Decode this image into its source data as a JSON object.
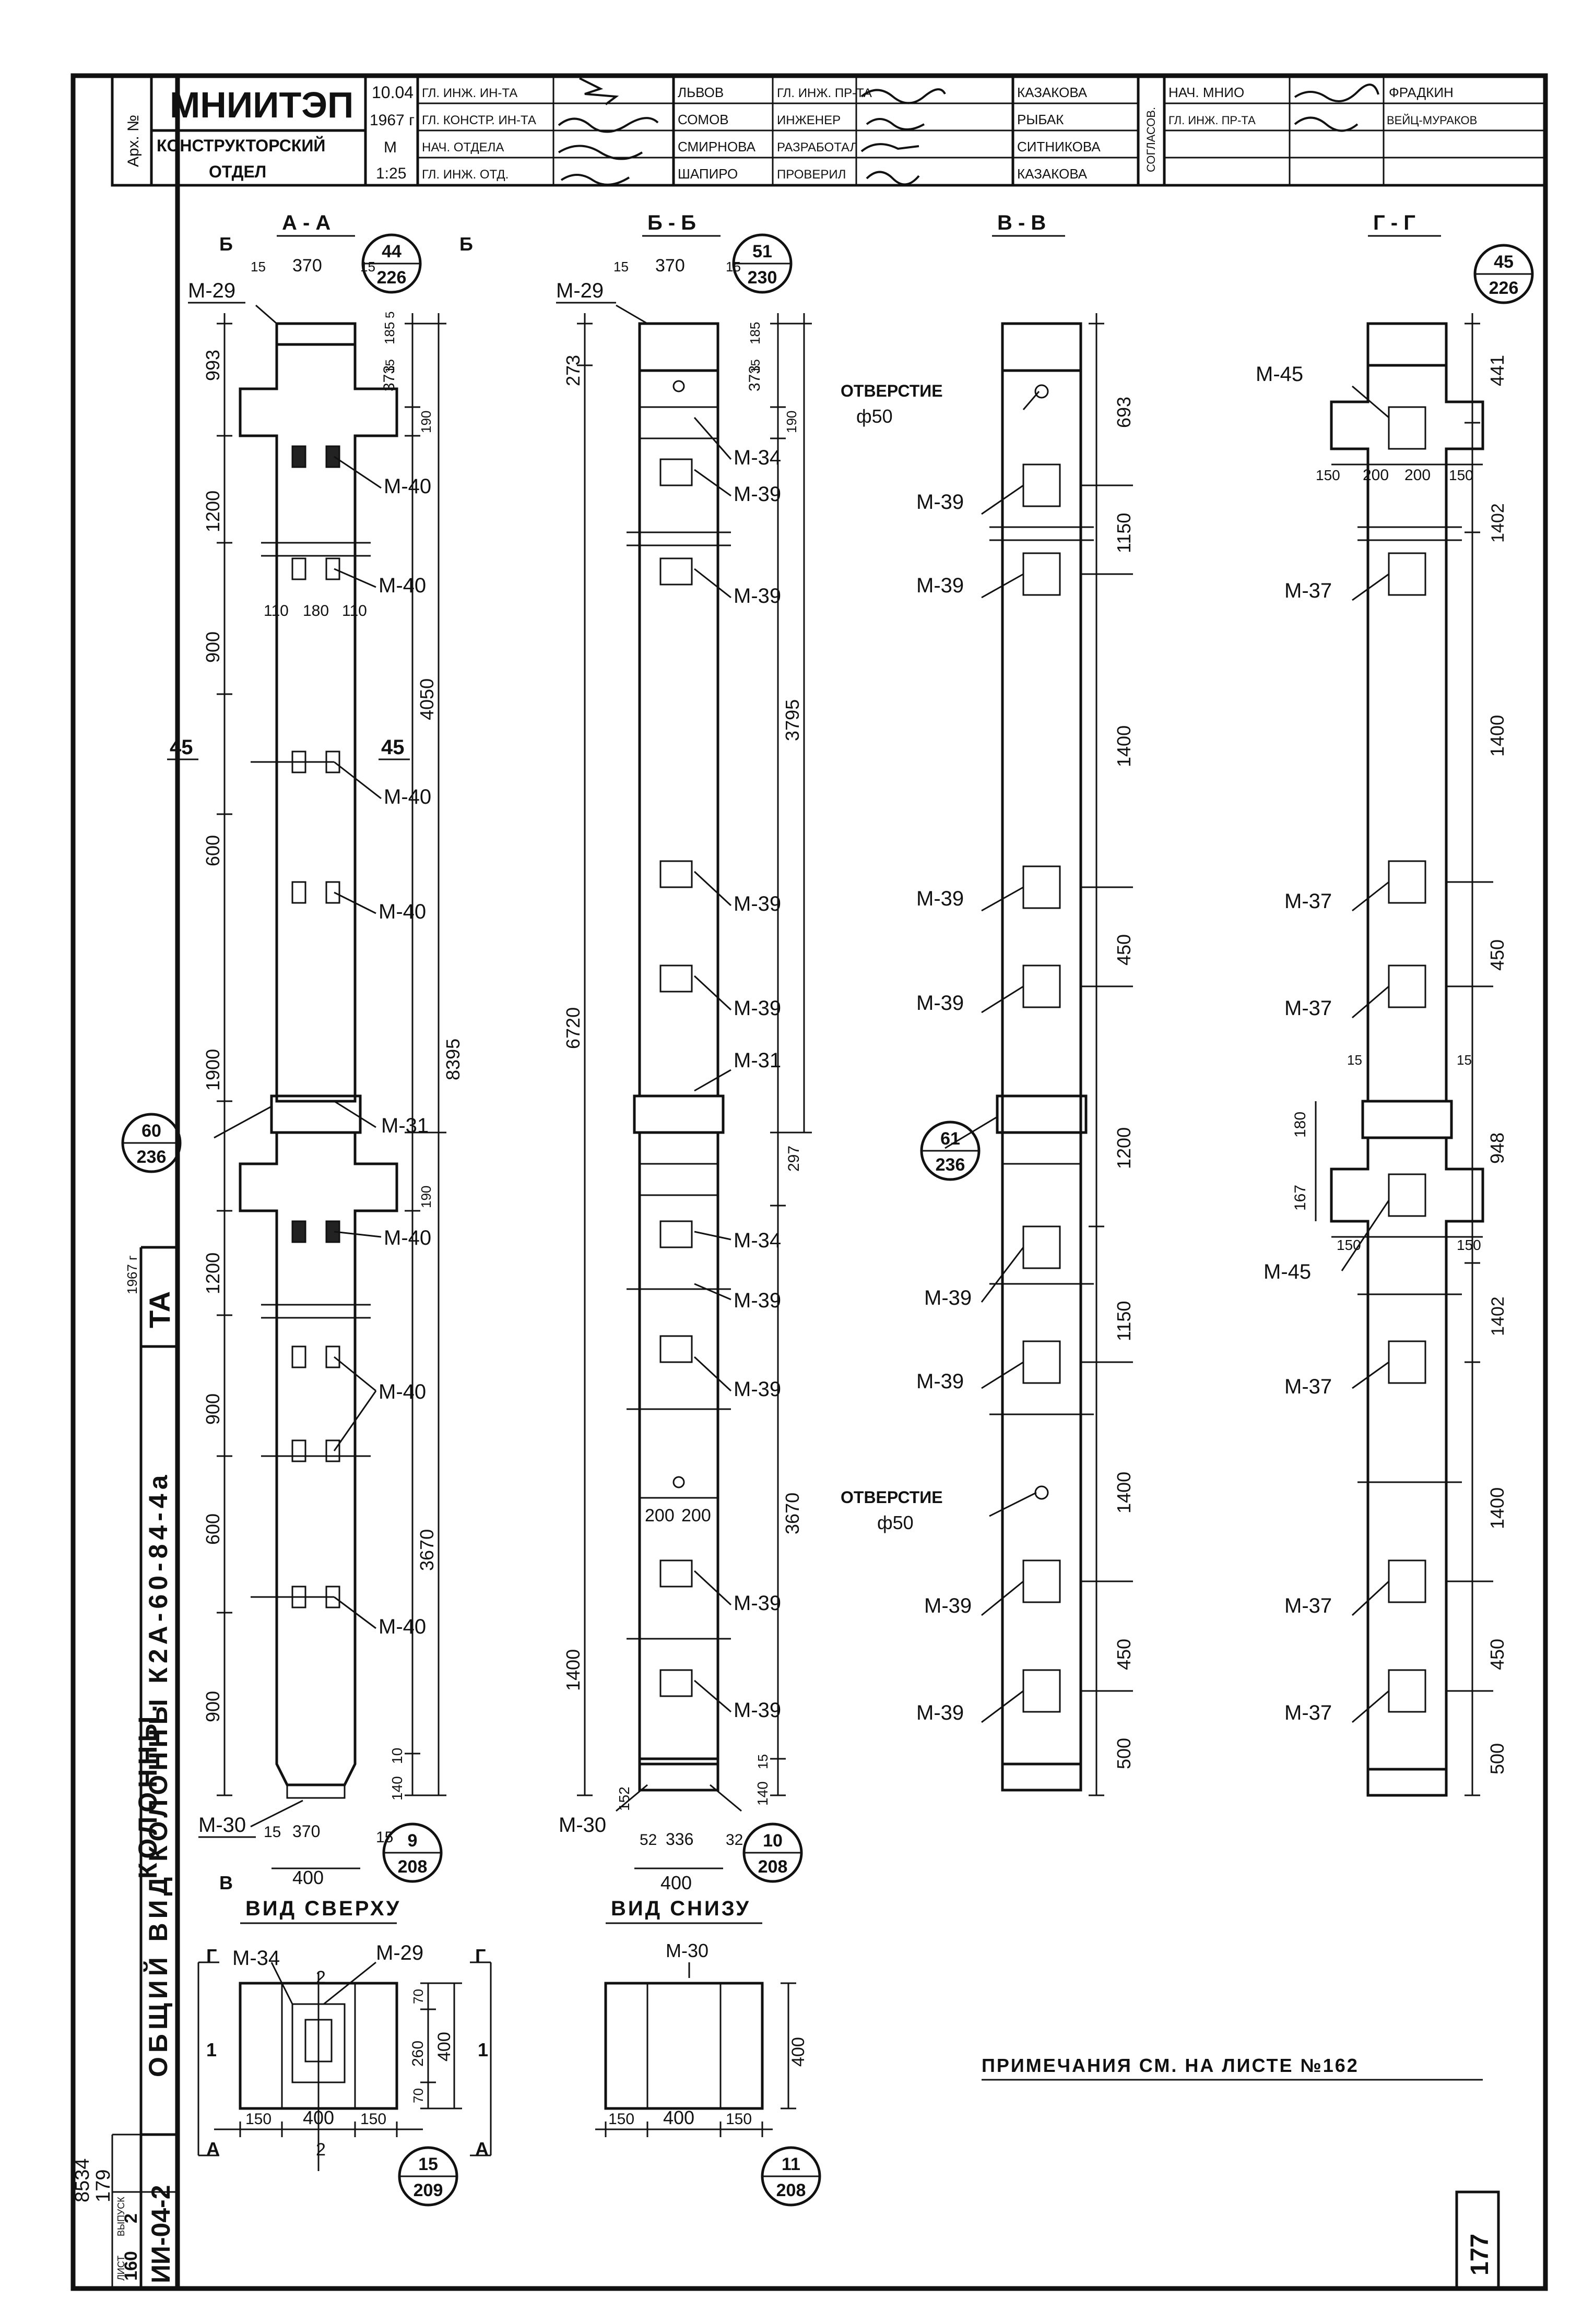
{
  "stamp": {
    "org": "МНИИТЭП",
    "dept_line1": "КОНСТРУКТОРСКИЙ",
    "dept_line2": "ОТДЕЛ",
    "archive": "Арх. №",
    "date": "10.04",
    "year": "1967 г",
    "scale_label": "М",
    "scale": "1:25",
    "roles": [
      "ГЛ. ИНЖ. ИН-ТА",
      "ГЛ. КОНСТР. ИН-ТА",
      "НАЧ. ОТДЕЛА",
      "ГЛ. ИНЖ. ОТД."
    ],
    "names1": [
      "ЛЬВОВ",
      "СОМОВ",
      "СМИРНОВА",
      "ШАПИРО"
    ],
    "roles2": [
      "ГЛ. ИНЖ. ПР-ТА",
      "ИНЖЕНЕР",
      "РАЗРАБОТАЛ",
      "ПРОВЕРИЛ"
    ],
    "names2": [
      "КАЗАКОВА",
      "РЫБАК",
      "СИТНИКОВА",
      "КАЗАКОВА"
    ],
    "coord": "СОГЛАСОВ.",
    "roles3": [
      "НАЧ. МНИО",
      "ГЛ. ИНЖ. ПР-ТА"
    ],
    "names3": [
      "ФРАДКИН",
      "ВЕЙЦ-МУРАКОВ"
    ]
  },
  "side": {
    "series": "ТА",
    "year": "1967 г",
    "title1": "ОБЩИЙ ВИД КОЛОННЫ К2А-60-84-4а",
    "title2": "КОЛОННЫ.",
    "sheet_code": "ИИ-04-2",
    "issue_label": "ВЫПУСК",
    "issue": "2",
    "sheet_label": "ЛИСТ",
    "sheet": "160",
    "archive_no": "8534",
    "archive_no2": "179"
  },
  "sections": {
    "aa": "А - А",
    "bb": "Б - Б",
    "vv": "В - В",
    "gg": "Г - Г",
    "top_view": "ВИД СВЕРХУ",
    "bottom_view": "ВИД СНИЗУ"
  },
  "notes": "ПРИМЕЧАНИЯ  СМ. НА ЛИСТЕ №162",
  "page_no": "177",
  "hole": [
    "ОТВЕРСТИЕ",
    "ф50"
  ],
  "marks": {
    "m29": "М-29",
    "m30": "М-30",
    "m31": "М-31",
    "m34": "М-34",
    "m37": "М-37",
    "m39": "М-39",
    "m40": "М-40",
    "m45": "М-45"
  },
  "dims_aa": {
    "d993": "993",
    "d1200a": "1200",
    "d900a": "900",
    "d600a": "600",
    "d1900": "1900",
    "d1200b": "1200",
    "d900b": "900",
    "d600b": "600",
    "d900c": "900",
    "d4050": "4050",
    "d8395": "8395",
    "d3670": "3670",
    "d185": "185",
    "d373": "373",
    "d5": "5",
    "d15": "15",
    "d370": "370",
    "d110a": "110",
    "d180": "180",
    "d110b": "110",
    "d45": "45",
    "d140": "140",
    "d10": "10",
    "d190a": "190",
    "d190b": "190",
    "d400": "400"
  },
  "dims_bb": {
    "d273": "273",
    "d3795": "3795",
    "d6720": "6720",
    "d297": "297",
    "d3670": "3670",
    "d1400": "1400",
    "d200a": "200",
    "d200b": "200",
    "d152": "152",
    "d52": "52",
    "d336": "336",
    "d32": "32",
    "d400": "400",
    "d185": "185",
    "d373": "373",
    "d15": "15",
    "d370": "370",
    "d140": "140",
    "d190": "190",
    "d15b": "15"
  },
  "dims_vv": [
    "693",
    "1150",
    "1400",
    "450",
    "1200",
    "1150",
    "1400",
    "450",
    "500"
  ],
  "dims_gg": {
    "right": [
      "441",
      "1402",
      "1400",
      "450",
      "948",
      "1402",
      "1400",
      "450",
      "500"
    ],
    "d150a": "150",
    "d200a": "200",
    "d200b": "200",
    "d150b": "150",
    "d15a": "15",
    "d15b": "15",
    "d180": "180",
    "d167": "167",
    "d150c": "150",
    "d150d": "150"
  },
  "callouts": [
    {
      "n": "44",
      "d": "226"
    },
    {
      "n": "51",
      "d": "230"
    },
    {
      "n": "45",
      "d": "226"
    },
    {
      "n": "60",
      "d": "236"
    },
    {
      "n": "61",
      "d": "236"
    },
    {
      "n": "9",
      "d": "208"
    },
    {
      "n": "10",
      "d": "208"
    },
    {
      "n": "15",
      "d": "209"
    },
    {
      "n": "11",
      "d": "208"
    }
  ],
  "top_view_dims": {
    "d400": "400",
    "d150a": "150",
    "d150b": "150",
    "d260": "260",
    "d70a": "70",
    "d70b": "70",
    "d400v": "400",
    "d2a": "2",
    "d2b": "2"
  },
  "bottom_view_dims": {
    "d150a": "150",
    "d400": "400",
    "d150b": "150",
    "d400v": "400"
  },
  "cut_letters": {
    "A": "А",
    "B": "Б",
    "V": "В",
    "G": "Г",
    "one": "1"
  }
}
